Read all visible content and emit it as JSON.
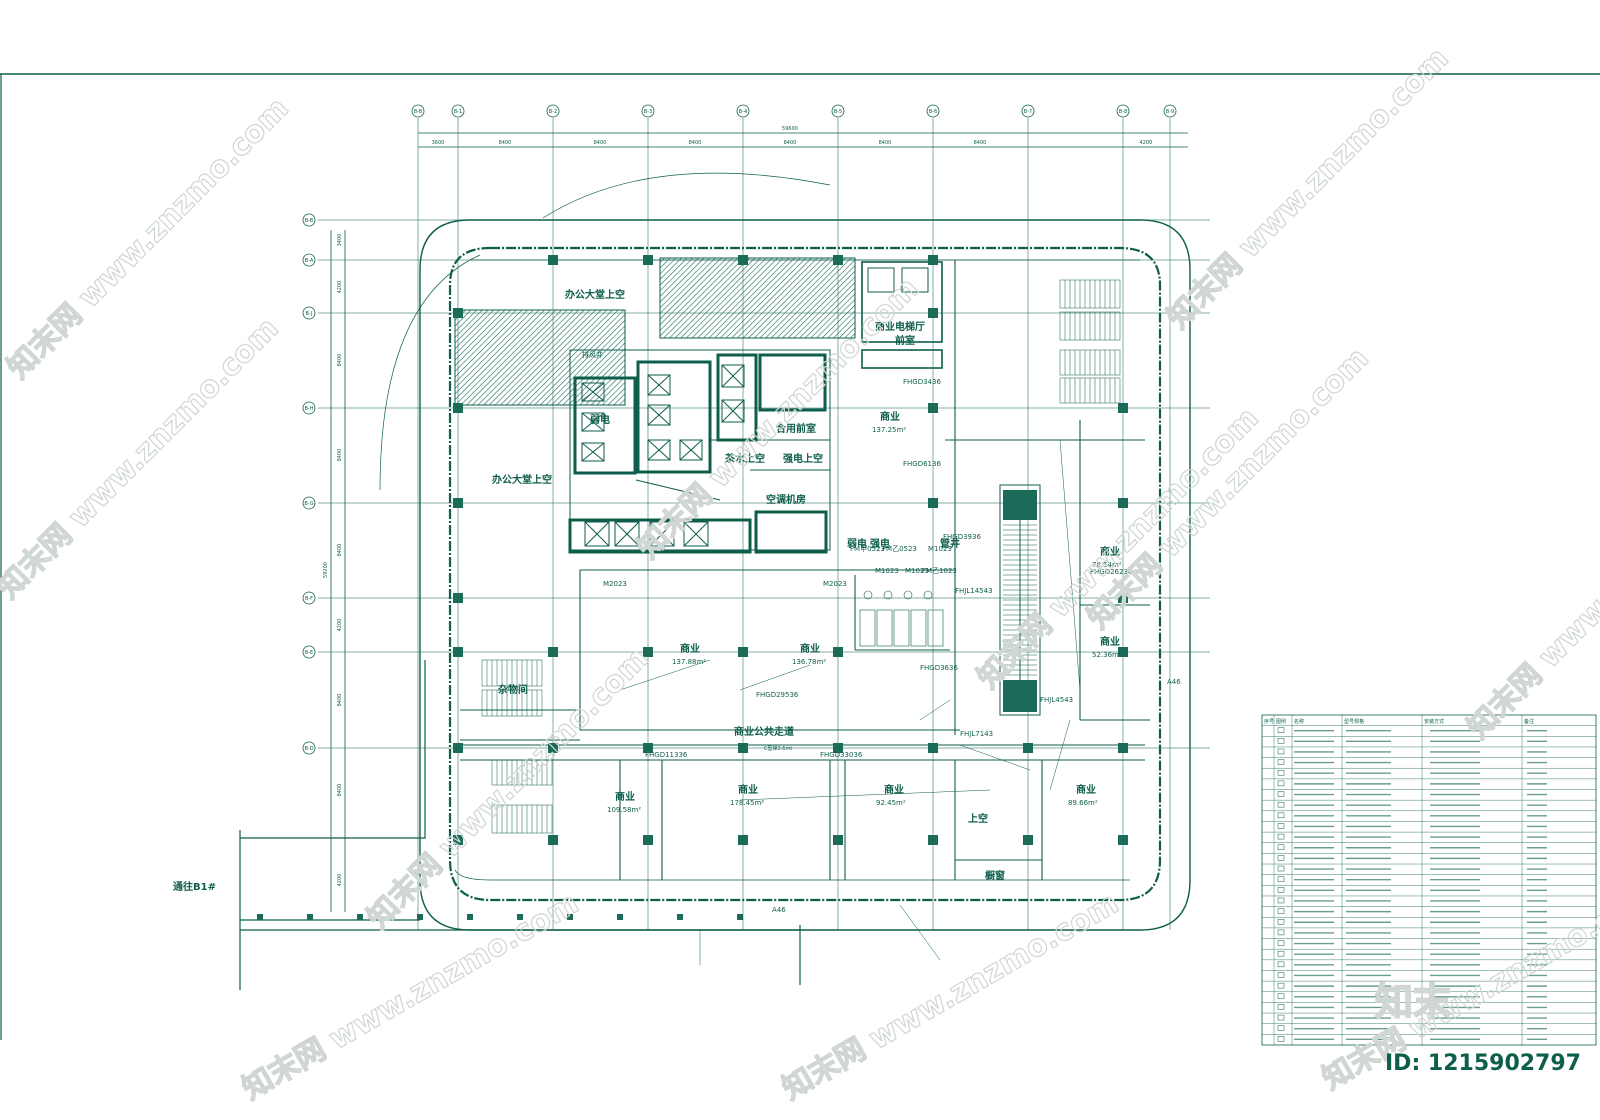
{
  "drawing": {
    "rooms": [
      {
        "id": "office_void_top",
        "label": "办公大堂上空"
      },
      {
        "id": "office_void_left",
        "label": "办公大堂上空"
      },
      {
        "id": "comm_lift_lobby",
        "label": "商业电梯厅",
        "sub": "前室"
      },
      {
        "id": "shared_lobby",
        "label": "合用前室"
      },
      {
        "id": "tea_void",
        "label": "茶水上空"
      },
      {
        "id": "elec_void",
        "label": "强电上空"
      },
      {
        "id": "ac_room",
        "label": "空调机房"
      },
      {
        "id": "weak_elec",
        "label": "弱电"
      },
      {
        "id": "weak_elec2",
        "label": "弱电"
      },
      {
        "id": "strong_elec",
        "label": "强电"
      },
      {
        "id": "duct",
        "label": "管井"
      },
      {
        "id": "exhaust",
        "label": "排风井"
      },
      {
        "id": "misc_room",
        "label": "杂物间"
      },
      {
        "id": "public_corridor",
        "label": "商业公共走道"
      },
      {
        "id": "void_lower",
        "label": "上空"
      },
      {
        "id": "window",
        "label": "橱窗"
      }
    ],
    "units": [
      {
        "label": "商业",
        "area": "137.25m²"
      },
      {
        "label": "商业",
        "area": "78.54m²"
      },
      {
        "label": "商业",
        "area": "52.36m²"
      },
      {
        "label": "商业",
        "area": "137.88m²"
      },
      {
        "label": "商业",
        "area": "136.78m²"
      },
      {
        "label": "商业",
        "area": "109.58m²"
      },
      {
        "label": "商业",
        "area": "178.45m²"
      },
      {
        "label": "商业",
        "area": "92.45m²"
      },
      {
        "label": "商业",
        "area": "89.66m²"
      }
    ],
    "doors": [
      "FHGD3436",
      "FHGD6136",
      "FHGD3936",
      "FHGD26236",
      "FHJL14543",
      "FHJL4543",
      "FHJL7143",
      "FHGD3636",
      "FHGD29536",
      "FHGD11336",
      "FHGD33036",
      "M2023",
      "M2023",
      "M1023",
      "M1023",
      "M1023",
      "FM甲0523",
      "FM乙0523",
      "FM乙1023"
    ],
    "dims_top": [
      "3600",
      "8400",
      "8400",
      "8400",
      "8400",
      "8400",
      "8400",
      "4200"
    ],
    "dim_total": "59600",
    "dims_left": [
      "3400",
      "4200",
      "8400",
      "8400",
      "8400",
      "4200",
      "8400",
      "8400",
      "4200"
    ],
    "dim_total_left": "59200",
    "axes_top": [
      "B-B",
      "B-1",
      "B-2",
      "B-3",
      "B-4",
      "B-5",
      "B-6",
      "B-7",
      "B-8",
      "B-9"
    ],
    "axes_left": [
      "B-B",
      "B-A",
      "B-J",
      "B-H",
      "B-G",
      "B-F",
      "B-E",
      "B-D"
    ],
    "section_marks": [
      "A46",
      "A46"
    ],
    "passage": "通往B1#",
    "corridor_note": "C型梯3.6mt"
  },
  "legend": {
    "headers": [
      "序号",
      "图例",
      "名称",
      "型号规格",
      "安装方式",
      "备注"
    ],
    "rows": 30
  },
  "watermark": {
    "site": "www.znzmo.com",
    "brand": "知末网",
    "logo": "知末",
    "id": "ID: 1215902797"
  }
}
